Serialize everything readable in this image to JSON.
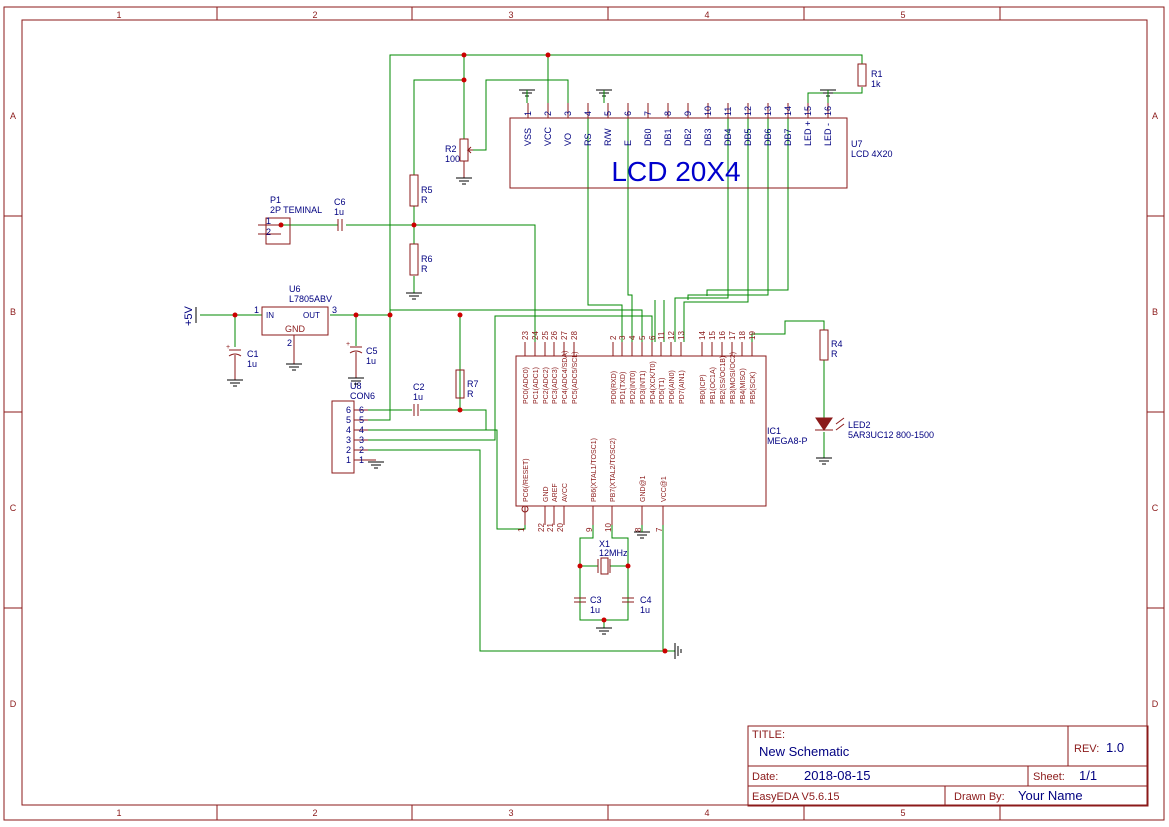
{
  "zones": {
    "columns": [
      "1",
      "2",
      "3",
      "4",
      "5"
    ],
    "rows": [
      "A",
      "B",
      "C",
      "D"
    ]
  },
  "lcd": {
    "ref": "U7",
    "value": "LCD 4X20",
    "title": "LCD 20X4",
    "pins": [
      {
        "num": "1",
        "name": "VSS"
      },
      {
        "num": "2",
        "name": "VCC"
      },
      {
        "num": "3",
        "name": "VO"
      },
      {
        "num": "4",
        "name": "RS"
      },
      {
        "num": "5",
        "name": "R/W"
      },
      {
        "num": "6",
        "name": "E"
      },
      {
        "num": "7",
        "name": "DB0"
      },
      {
        "num": "8",
        "name": "DB1"
      },
      {
        "num": "9",
        "name": "DB2"
      },
      {
        "num": "10",
        "name": "DB3"
      },
      {
        "num": "11",
        "name": "DB4"
      },
      {
        "num": "12",
        "name": "DB5"
      },
      {
        "num": "13",
        "name": "DB6"
      },
      {
        "num": "14",
        "name": "DB7"
      },
      {
        "num": "15",
        "name": "LED +"
      },
      {
        "num": "16",
        "name": "LED -"
      }
    ]
  },
  "mcu": {
    "ref": "IC1",
    "value": "MEGA8-P",
    "top_pins": [
      {
        "num": "23",
        "name": "PC0(ADC0)"
      },
      {
        "num": "24",
        "name": "PC1(ADC1)"
      },
      {
        "num": "25",
        "name": "PC2(ADC2)"
      },
      {
        "num": "26",
        "name": "PC3(ADC3)"
      },
      {
        "num": "27",
        "name": "PC4(ADC4/SDA)"
      },
      {
        "num": "28",
        "name": "PC5(ADC5/SCL)"
      },
      {
        "num": "2",
        "name": "PD0(RXD)"
      },
      {
        "num": "3",
        "name": "PD1(TXD)"
      },
      {
        "num": "4",
        "name": "PD2(INT0)"
      },
      {
        "num": "5",
        "name": "PD3(INT1)"
      },
      {
        "num": "6",
        "name": "PD4(XCK/T0)"
      },
      {
        "num": "11",
        "name": "PD5(T1)"
      },
      {
        "num": "12",
        "name": "PD6(AIN0)"
      },
      {
        "num": "13",
        "name": "PD7(AIN1)"
      },
      {
        "num": "14",
        "name": "PB0(ICP)"
      },
      {
        "num": "15",
        "name": "PB1(OC1A)"
      },
      {
        "num": "16",
        "name": "PB2(SS/OC1B)"
      },
      {
        "num": "17",
        "name": "PB3(MOSI/OC2)"
      },
      {
        "num": "18",
        "name": "PB4(MISO)"
      },
      {
        "num": "19",
        "name": "PB5(SCK)"
      }
    ],
    "bottom_pins": [
      {
        "num": "1",
        "name": "PC6(/RESET)"
      },
      {
        "num": "22",
        "name": "GND"
      },
      {
        "num": "21",
        "name": "AREF"
      },
      {
        "num": "20",
        "name": "AVCC"
      },
      {
        "num": "9",
        "name": "PB6(XTAL1/TOSC1)"
      },
      {
        "num": "10",
        "name": "PB7(XTAL2/TOSC2)"
      },
      {
        "num": "8",
        "name": "GND@1"
      },
      {
        "num": "7",
        "name": "VCC@1"
      }
    ]
  },
  "parts": {
    "r1": {
      "ref": "R1",
      "value": "1k"
    },
    "r2": {
      "ref": "R2",
      "value": "100"
    },
    "r4": {
      "ref": "R4",
      "value": "R"
    },
    "r5": {
      "ref": "R5",
      "value": "R"
    },
    "r6": {
      "ref": "R6",
      "value": "R"
    },
    "r7": {
      "ref": "R7",
      "value": "R"
    },
    "c1": {
      "ref": "C1",
      "value": "1u"
    },
    "c2": {
      "ref": "C2",
      "value": "1u"
    },
    "c3": {
      "ref": "C3",
      "value": "1u"
    },
    "c4": {
      "ref": "C4",
      "value": "1u"
    },
    "c5": {
      "ref": "C5",
      "value": "1u"
    },
    "c6": {
      "ref": "C6",
      "value": "1u"
    },
    "p1": {
      "ref": "P1",
      "value": "2P TEMINAL",
      "pins": [
        "1",
        "2"
      ]
    },
    "u6": {
      "ref": "U6",
      "value": "L7805ABV",
      "in_label": "IN",
      "out_label": "OUT",
      "gnd_label": "GND",
      "pin_in": "1",
      "pin_out": "3",
      "pin_gnd": "2"
    },
    "u8": {
      "ref": "U8",
      "value": "CON6",
      "left_pins": [
        "6",
        "5",
        "4",
        "3",
        "2",
        "1"
      ],
      "right_pins": [
        "1",
        "2",
        "3",
        "4",
        "5",
        "6"
      ]
    },
    "x1": {
      "ref": "X1",
      "value": "12MHz"
    },
    "led2": {
      "ref": "LED2",
      "value": "5AR3UC12 800-1500"
    },
    "power": {
      "label": "+5V"
    }
  },
  "titleblock": {
    "title_label": "TITLE:",
    "title": "New Schematic",
    "rev_label": "REV:",
    "rev": "1.0",
    "date_label": "Date:",
    "date": "2018-08-15",
    "sheet_label": "Sheet:",
    "sheet": "1/1",
    "software": "EasyEDA V5.6.15",
    "drawn_label": "Drawn By:",
    "drawn": "Your Name"
  },
  "colors": {
    "frame": "#8b1a1a",
    "wire": "#008800",
    "label": "#000080",
    "junction": "#cc0000"
  }
}
